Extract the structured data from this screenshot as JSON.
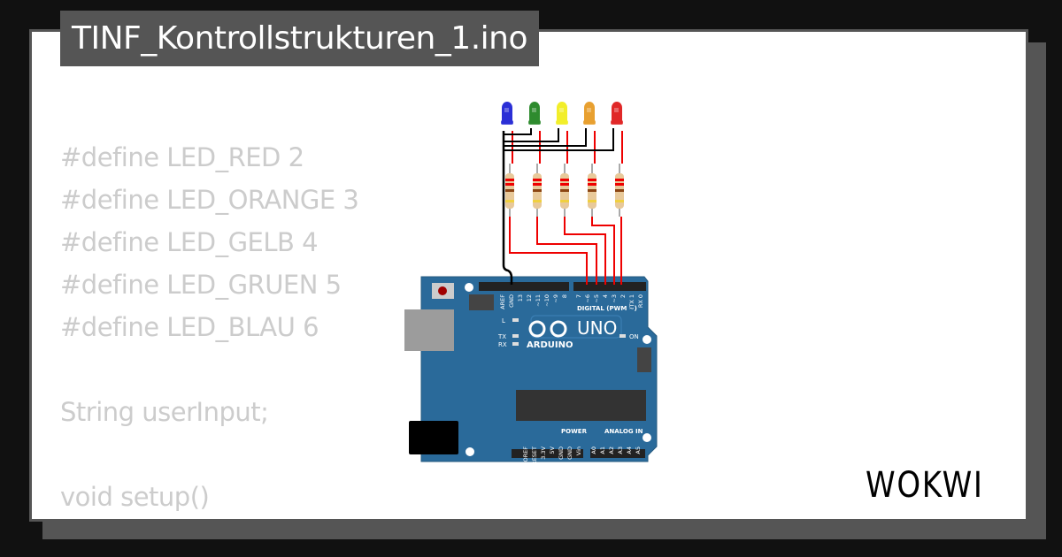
{
  "title": "TINF_Kontrollstrukturen_1.ino",
  "code_lines": [
    "#define LED_RED 2",
    "#define LED_ORANGE 3",
    "#define LED_GELB 4",
    "#define LED_GRUEN 5",
    "#define LED_BLAU 6",
    "",
    "String userInput;",
    "",
    "void setup()",
    "{"
  ],
  "logo": "WOKWI",
  "leds": [
    {
      "color": "blue",
      "hex": "#2b2fd6"
    },
    {
      "color": "green",
      "hex": "#2e8b2e"
    },
    {
      "color": "yellow",
      "hex": "#f2ee2a"
    },
    {
      "color": "orange",
      "hex": "#e8a030"
    },
    {
      "color": "red",
      "hex": "#e02828"
    }
  ],
  "board": {
    "brand": "ARDUINO",
    "model": "UNO",
    "on_label": "ON",
    "l_label": "L",
    "tx_label": "TX",
    "rx_label": "RX",
    "digital_label": "DIGITAL (PWM ~)",
    "power_label": "POWER",
    "analog_label": "ANALOG IN",
    "digital_pins_left": [
      "AREF",
      "GND",
      "13",
      "12",
      "~11",
      "~10",
      "~9",
      "8"
    ],
    "digital_pins_right": [
      "7",
      "~6",
      "~5",
      "4",
      "~3",
      "2",
      "TX 1",
      "RX 0"
    ],
    "power_pins": [
      "IOREF",
      "RESET",
      "3.3V",
      "5V",
      "GND",
      "GND",
      "Vin"
    ],
    "analog_pins": [
      "A0",
      "A1",
      "A2",
      "A3",
      "A4",
      "A5"
    ],
    "color": "#2a6a9a"
  }
}
